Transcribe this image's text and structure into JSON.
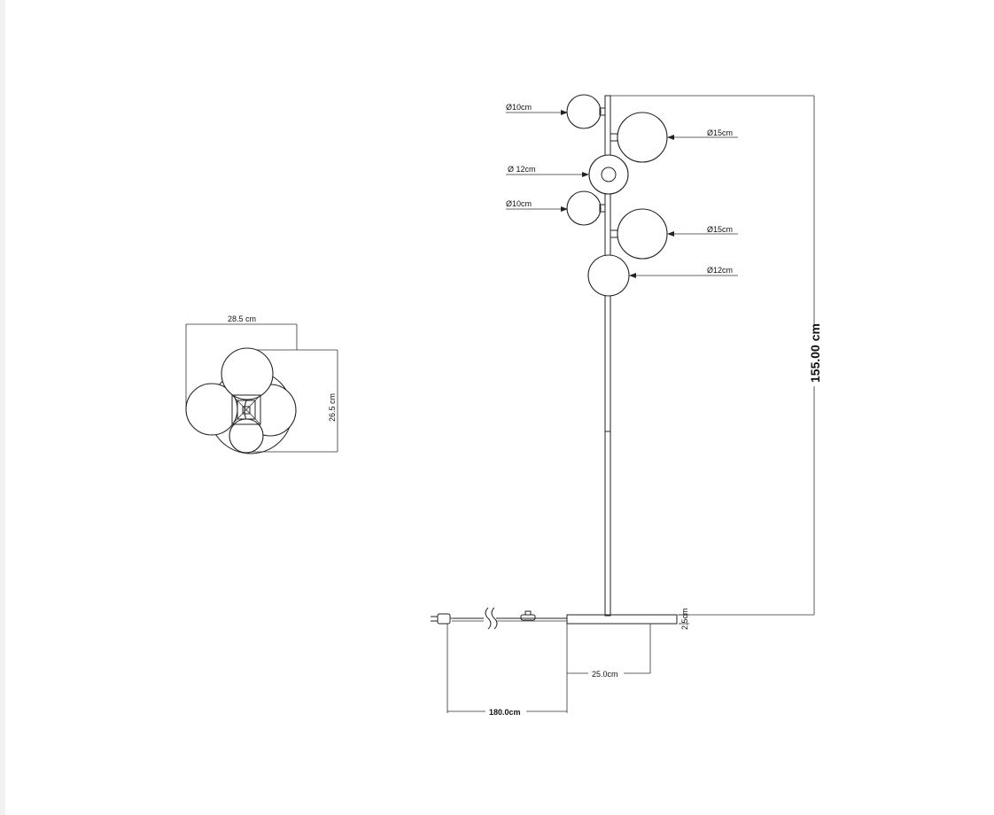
{
  "top_view": {
    "width_label": "28.5 cm",
    "depth_label": "26.5 cm"
  },
  "side_view": {
    "globe_labels": {
      "g1": "Ø10cm",
      "g2": "Ø15cm",
      "g3": "Ø 12cm",
      "g4": "Ø10cm",
      "g5": "Ø15cm",
      "g6": "Ø12cm"
    },
    "height_label": "155.00 cm",
    "base_thickness_label": "2.5cm",
    "base_width_label": "25.0cm",
    "cable_length_label": "180.0cm"
  }
}
